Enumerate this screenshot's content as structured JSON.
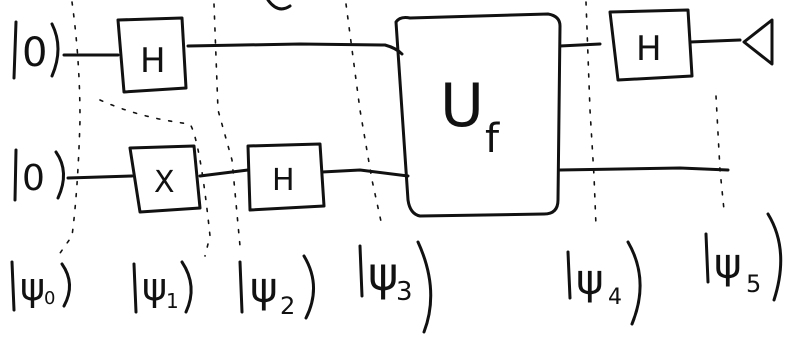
{
  "inputs": {
    "qubit_top": "0",
    "qubit_bottom": "0"
  },
  "gates": {
    "h_top": "H",
    "x_bottom": "X",
    "h_bottom": "H",
    "oracle_main": "U",
    "oracle_sub": "f",
    "h_final": "H"
  },
  "states": [
    {
      "sym": "ψ",
      "sub": "0"
    },
    {
      "sym": "ψ",
      "sub": "1"
    },
    {
      "sym": "ψ",
      "sub": "2"
    },
    {
      "sym": "ψ",
      "sub": "3"
    },
    {
      "sym": "ψ",
      "sub": "4"
    },
    {
      "sym": "ψ",
      "sub": "5"
    }
  ]
}
